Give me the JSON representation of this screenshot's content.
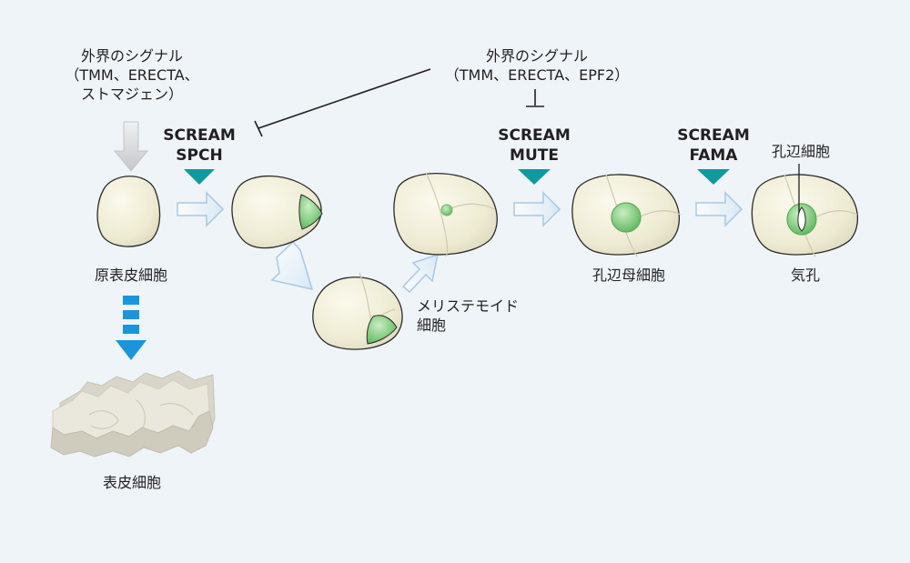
{
  "signals": {
    "left": {
      "title": "外界のシグナル",
      "line2": "（TMM、ERECTA、",
      "line3": "ストマジェン）"
    },
    "right": {
      "title": "外界のシグナル",
      "line2": "（TMM、ERECTA、EPF2）"
    }
  },
  "factors": {
    "spch": {
      "line1": "SCREAM",
      "line2": "SPCH"
    },
    "mute": {
      "line1": "SCREAM",
      "line2": "MUTE"
    },
    "fama": {
      "line1": "SCREAM",
      "line2": "FAMA"
    }
  },
  "cells": {
    "protoderm": "原表皮細胞",
    "meristemoid_line1": "メリステモイド",
    "meristemoid_line2": "細胞",
    "gmc": "孔辺母細胞",
    "stomata": "気孔",
    "guard_cell": "孔辺細胞",
    "pavement": "表皮細胞"
  },
  "colors": {
    "background": "#eef4f8",
    "cell_fill": "#f2efd9",
    "cell_stroke": "#2b2b2b",
    "green": "#7cc97a",
    "teal_marker": "#12999d",
    "flow_arrow": "#a7c8e6",
    "blue_dashed_arrow": "#1a95dc",
    "gray_arrow": "#c8cacc"
  }
}
